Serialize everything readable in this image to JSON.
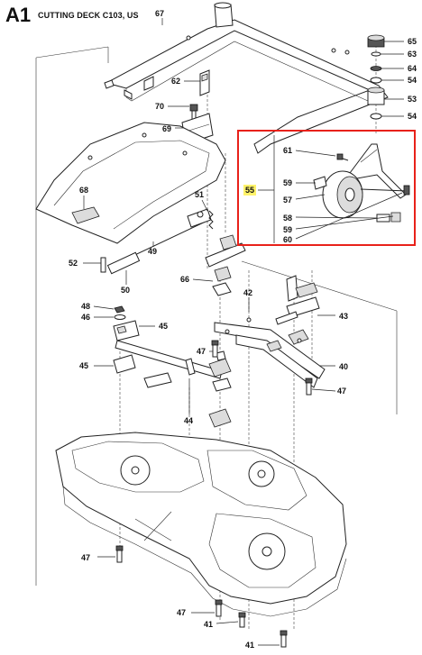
{
  "header": {
    "code": "A1",
    "title": "CUTTING DECK C103, US"
  },
  "colors": {
    "highlight_box": "#e8211a",
    "highlight_label": "#fff36a",
    "ink": "#222222"
  },
  "callouts": {
    "c67": "67",
    "c62": "62",
    "c70": "70",
    "c69": "69",
    "c68": "68",
    "c51": "51",
    "c52": "52",
    "c49": "49",
    "c50": "50",
    "c66": "66",
    "c42": "42",
    "c43": "43",
    "c48": "48",
    "c46": "46",
    "c45a": "45",
    "c45b": "45",
    "c47a": "47",
    "c47b": "47",
    "c47c": "47",
    "c47d": "47",
    "c40": "40",
    "c44": "44",
    "c41a": "41",
    "c41b": "41",
    "c65": "65",
    "c63": "63",
    "c64": "64",
    "c54a": "54",
    "c53": "53",
    "c54b": "54",
    "c61": "61",
    "c59a": "59",
    "c55": "55",
    "c57": "57",
    "c58": "58",
    "c59b": "59",
    "c60": "60"
  }
}
